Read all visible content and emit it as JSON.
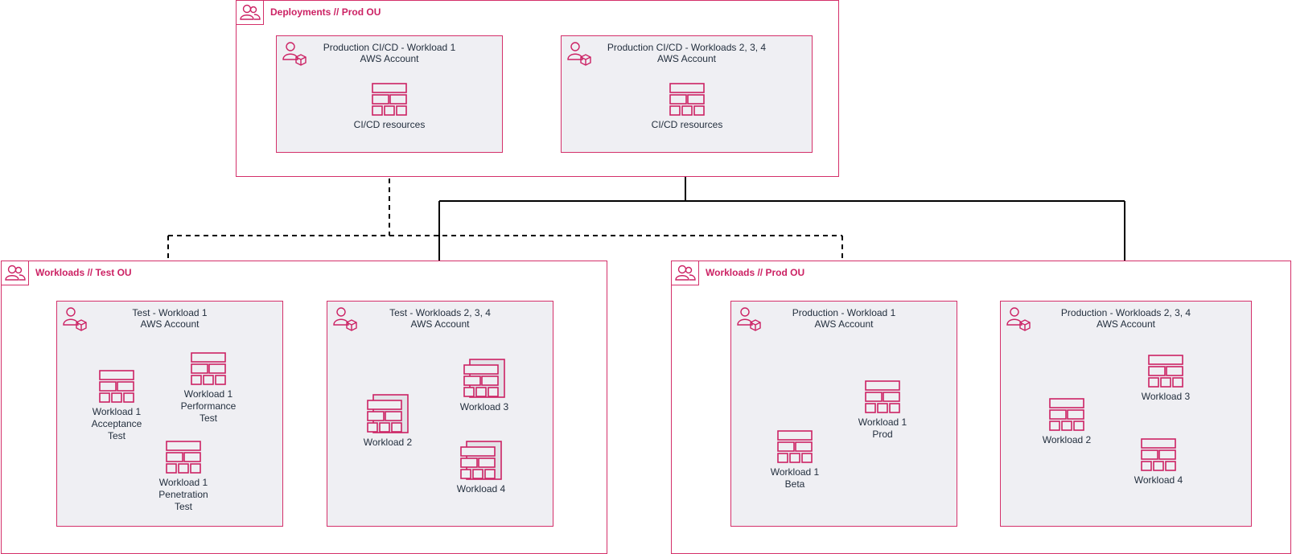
{
  "colors": {
    "accent": "#cc2264",
    "border": "#d4306a",
    "account_bg": "#efeff3",
    "text": "#232f3e",
    "connector": "#000000"
  },
  "icons": {
    "ou": "users-group-icon",
    "account": "user-account-icon",
    "resource": "stacked-resources-icon"
  },
  "deployments_ou": {
    "title": "Deployments // Prod OU",
    "accounts": [
      {
        "title_line1": "Production CI/CD - Workload 1",
        "title_line2": "AWS Account",
        "resources": [
          {
            "lines": [
              "CI/CD resources"
            ]
          }
        ]
      },
      {
        "title_line1": "Production CI/CD - Workloads 2, 3, 4",
        "title_line2": "AWS Account",
        "resources": [
          {
            "lines": [
              "CI/CD resources"
            ]
          }
        ]
      }
    ]
  },
  "workloads_test_ou": {
    "title": "Workloads // Test OU",
    "accounts": [
      {
        "title_line1": "Test - Workload 1",
        "title_line2": "AWS Account",
        "resources": [
          {
            "lines": [
              "Workload 1",
              "Acceptance",
              "Test"
            ]
          },
          {
            "lines": [
              "Workload 1",
              "Performance",
              "Test"
            ]
          },
          {
            "lines": [
              "Workload 1",
              "Penetration",
              "Test"
            ]
          }
        ]
      },
      {
        "title_line1": "Test - Workloads 2, 3, 4",
        "title_line2": "AWS Account",
        "resources": [
          {
            "lines": [
              "Workload 3"
            ]
          },
          {
            "lines": [
              "Workload 2"
            ]
          },
          {
            "lines": [
              "Workload 4"
            ]
          }
        ]
      }
    ]
  },
  "workloads_prod_ou": {
    "title": "Workloads // Prod OU",
    "accounts": [
      {
        "title_line1": "Production - Workload 1",
        "title_line2": "AWS Account",
        "resources": [
          {
            "lines": [
              "Workload 1",
              "Prod"
            ]
          },
          {
            "lines": [
              "Workload 1",
              "Beta"
            ]
          }
        ]
      },
      {
        "title_line1": "Production - Workloads 2, 3, 4",
        "title_line2": "AWS Account",
        "resources": [
          {
            "lines": [
              "Workload 3"
            ]
          },
          {
            "lines": [
              "Workload 2"
            ]
          },
          {
            "lines": [
              "Workload 4"
            ]
          }
        ]
      }
    ]
  },
  "connectors": [
    {
      "from": "Production CI/CD - Workload 1",
      "to": [
        "Test - Workload 1",
        "Production - Workload 1"
      ],
      "style": "dashed"
    },
    {
      "from": "Production CI/CD - Workloads 2, 3, 4",
      "to": [
        "Test - Workloads 2, 3, 4",
        "Production - Workloads 2, 3, 4"
      ],
      "style": "solid"
    }
  ]
}
